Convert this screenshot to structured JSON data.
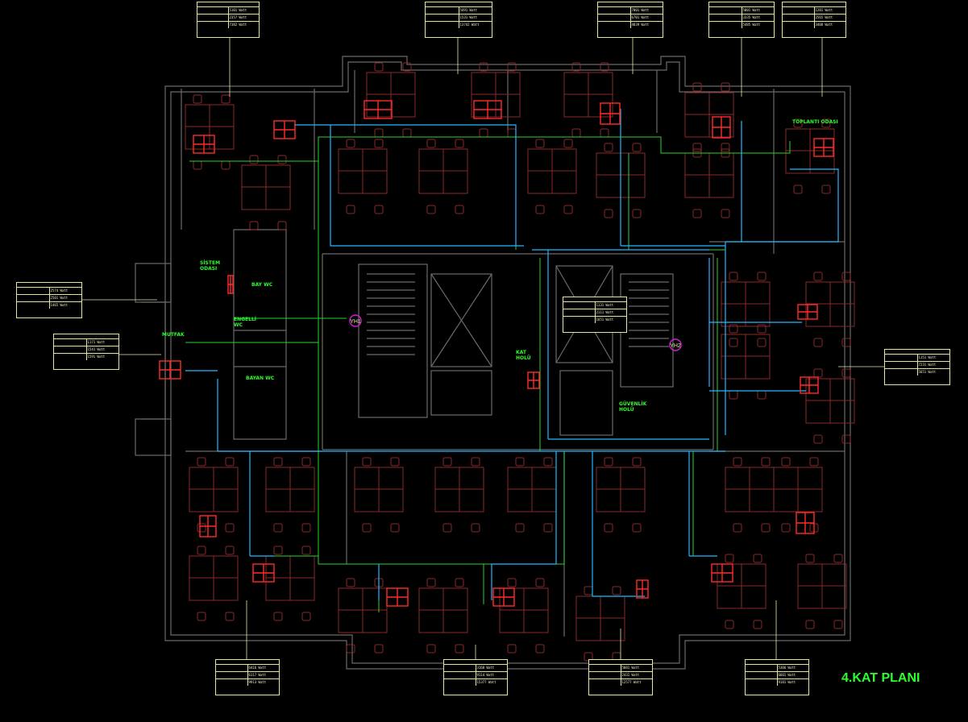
{
  "plan_title": "4.KAT PLANI",
  "room_labels": {
    "sistem_odasi": "SİSTEM\nODASI",
    "bay_wc": "BAY WC",
    "engelli_wc": "ENGELLİ\nWC",
    "mutfak": "MUTFAK",
    "bayan_wc": "BAYAN WC",
    "kat_holu": "KAT\nHOLÜ",
    "guvenlik_holu": "GÜVENLİK\nHOLÜ",
    "toplanti_odasi": "TOPLANTI ODASI"
  },
  "riser_labels": [
    "YH1",
    "YH2"
  ],
  "colors": {
    "background": "#000000",
    "wall": "#6a6a6a",
    "furniture": "#8a2a2a",
    "pipe_cyan": "#22b8ff",
    "pipe_green": "#2bd42b",
    "unit_red": "#ff2a2a",
    "label_green": "#2bff2b",
    "callout": "#e6e6a0",
    "riser_magenta": "#d020d0"
  },
  "callout_tables": [
    {
      "rows": [
        "5101 Watt",
        "2357 Watt",
        "7382 Watt"
      ]
    },
    {
      "rows": [
        "5491 Watt",
        "1531 Watt",
        "13742 Watt"
      ]
    },
    {
      "rows": [
        "7001 Watt",
        "6701 Watt",
        "4839 Watt"
      ]
    },
    {
      "rows": [
        "5001 Watt",
        "3335 Watt",
        "5485 Watt"
      ]
    },
    {
      "rows": [
        "1201 Watt",
        "2565 Watt",
        "3408 Watt"
      ]
    },
    {
      "rows": [
        "2574 Watt",
        "2501 Watt",
        "1465 Watt"
      ]
    },
    {
      "rows": [
        "1171 Watt",
        "1541 Watt",
        "1591 Watt"
      ]
    },
    {
      "rows": [
        "1131 Watt",
        "2111 Watt",
        "1651 Watt"
      ]
    },
    {
      "rows": [
        "1151 Watt",
        "7231 Watt",
        "5651 Watt"
      ]
    },
    {
      "rows": [
        "6416 Watt",
        "6117 Watt",
        "9913 Watt"
      ]
    },
    {
      "rows": [
        "3168 Watt",
        "9114 Watt",
        "15377 Watt"
      ]
    },
    {
      "rows": [
        "5081 Watt",
        "2431 Watt",
        "12577 Watt"
      ]
    },
    {
      "rows": [
        "5306 Watt",
        "6601 Watt",
        "9181 Watt"
      ]
    }
  ]
}
